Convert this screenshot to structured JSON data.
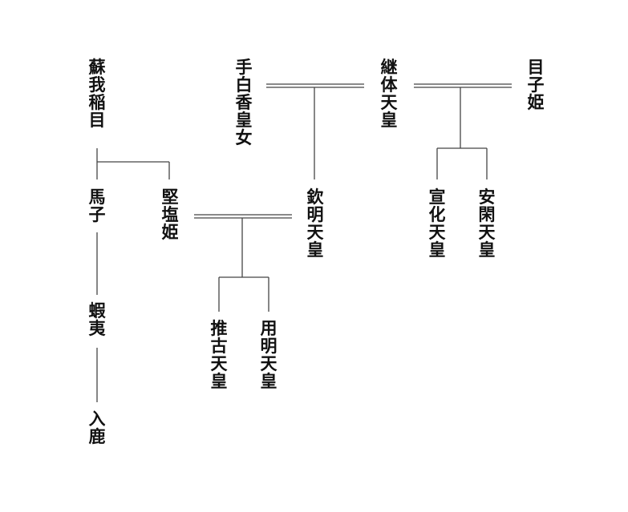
{
  "diagram": {
    "people": {
      "soga_iname": "蘇我稲目",
      "umako": "馬子",
      "emishi": "蝦夷",
      "iruka": "入鹿",
      "kitashihime": "堅塩姫",
      "tashiraka": "手白香皇女",
      "kinmei": "欽明天皇",
      "keitai": "継体天皇",
      "menoko": "目子姫",
      "senka": "宣化天皇",
      "ankan": "安閑天皇",
      "suiko": "推古天皇",
      "yomei": "用明天皇"
    }
  }
}
